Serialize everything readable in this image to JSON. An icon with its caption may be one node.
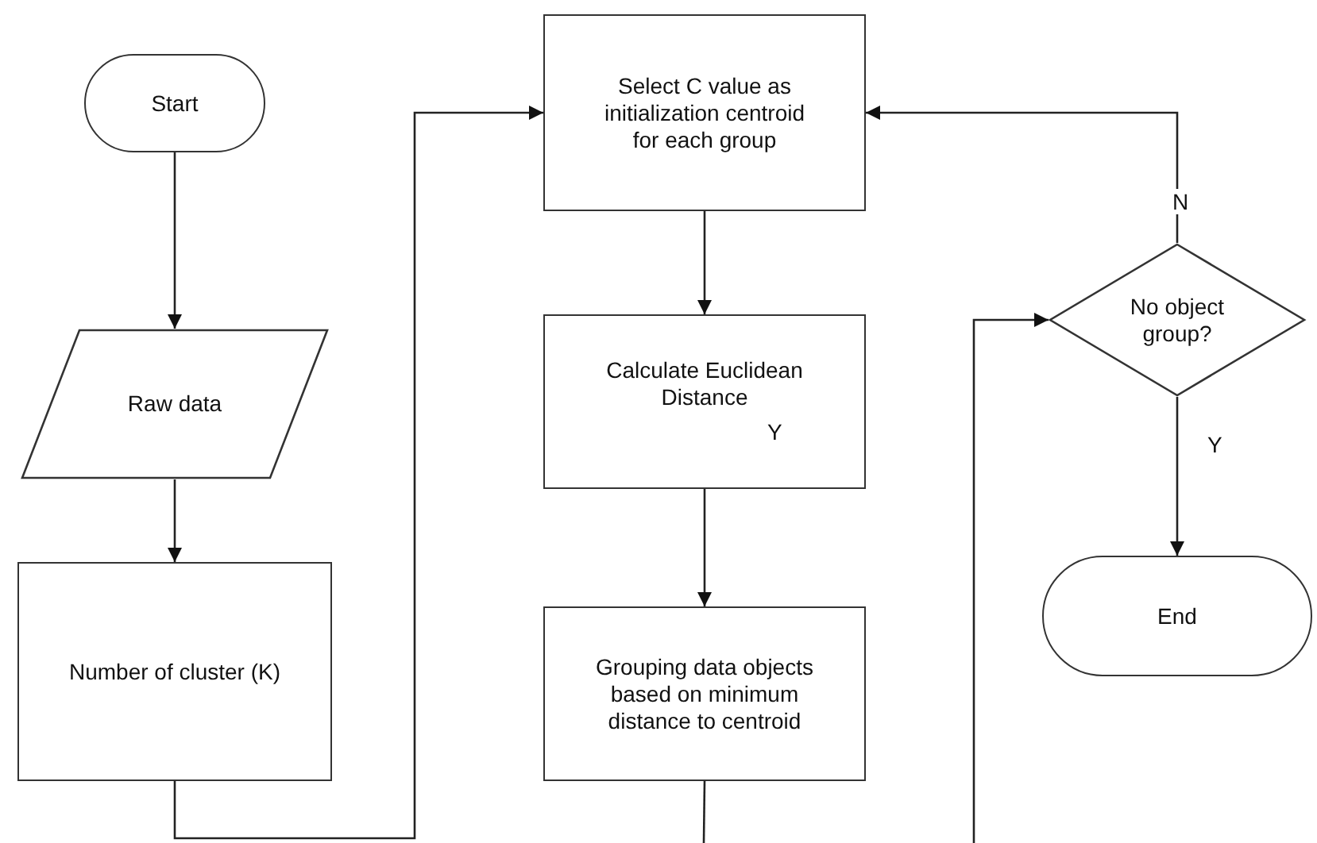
{
  "diagram": {
    "nodes": [
      {
        "text": [
          "Start"
        ]
      },
      {
        "text": [
          "Raw data"
        ]
      },
      {
        "text": [
          "Number of cluster (K)"
        ]
      },
      {
        "text": [
          "Select C value as initialization centroid for each group"
        ]
      },
      {
        "text": [
          "Calculate Euclidean Distance"
        ]
      },
      {
        "text": [
          "Grouping data objects based on minimum distance to centroid"
        ]
      },
      {
        "text": [
          "No object group?"
        ]
      },
      {
        "text": [
          "End"
        ]
      }
    ],
    "edges": [
      {
        "from": 0,
        "to": 1,
        "arrow": "to"
      },
      {
        "from": 1,
        "to": 2,
        "arrow": "to"
      },
      {
        "from": 2,
        "to": 3,
        "arrow": "to"
      },
      {
        "from": 3,
        "to": 4,
        "arrow": "to"
      },
      {
        "from": 4,
        "to": 5,
        "arrow": "to"
      },
      {
        "from": 5,
        "to": null,
        "arrow": "none"
      },
      {
        "from": null,
        "to": 6,
        "arrow": "to"
      },
      {
        "from": 6,
        "to": 3,
        "label": "N",
        "arrow": "to"
      },
      {
        "from": 6,
        "to": 7,
        "label": "Y",
        "arrow": "to"
      }
    ],
    "labels": [
      "Y"
    ]
  }
}
